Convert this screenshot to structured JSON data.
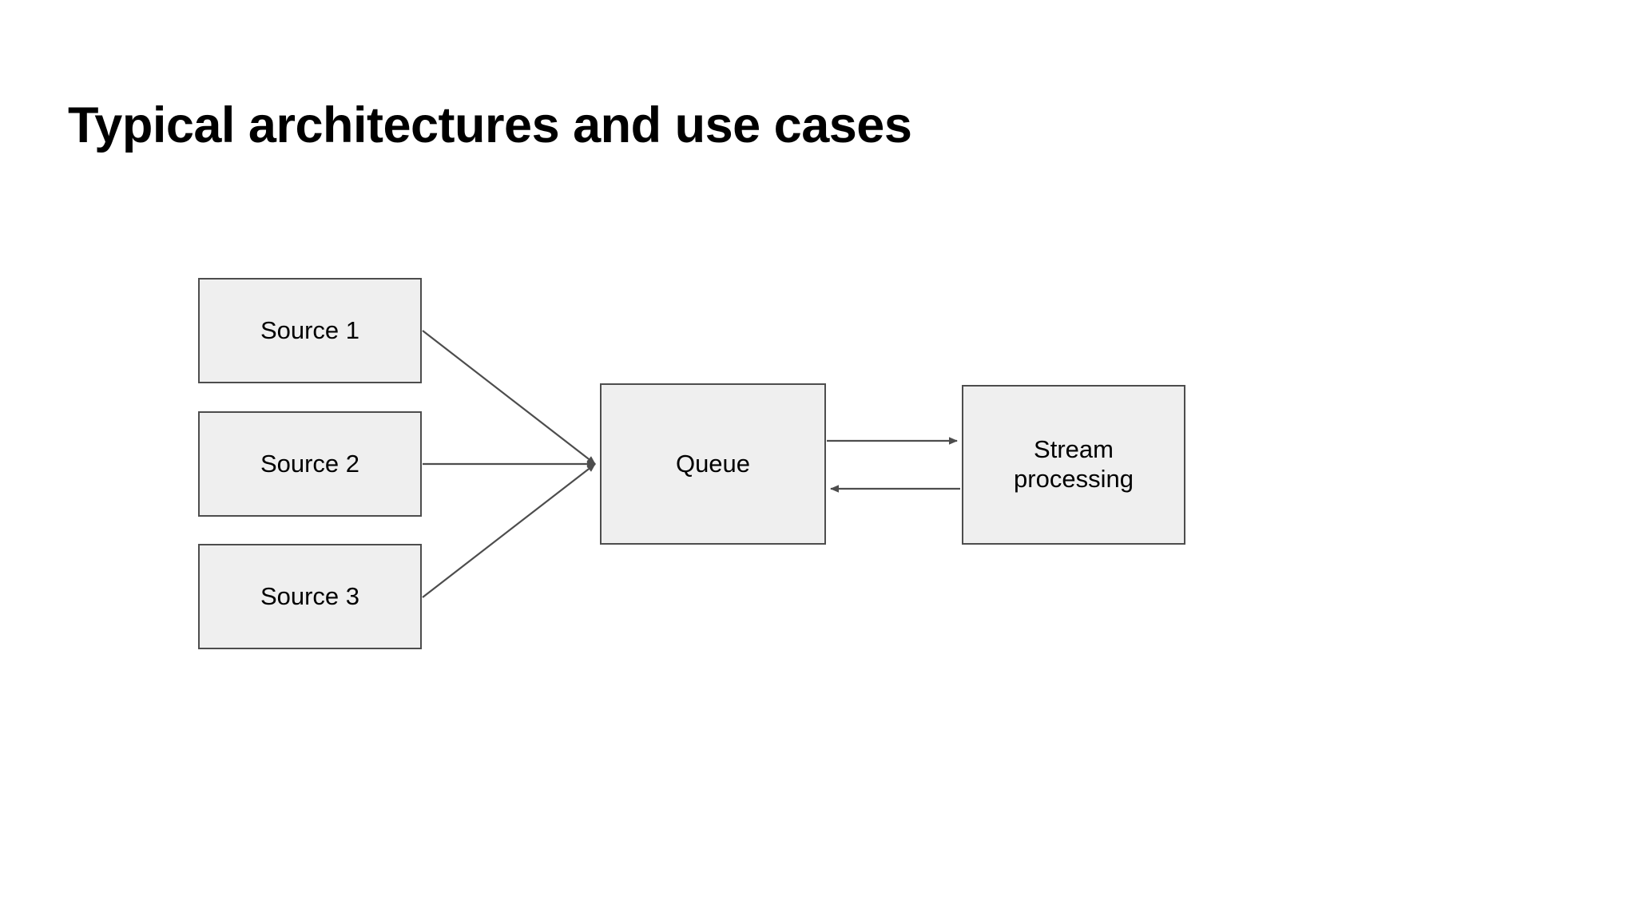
{
  "slide": {
    "title": "Typical architectures and use cases",
    "background_color": "#ffffff",
    "title_color": "#000000"
  },
  "diagram": {
    "node_fill_color": "#efefef",
    "node_border_color": "#4d4d4d",
    "edge_color": "#4d4d4d",
    "nodes": [
      {
        "id": "source-1",
        "label": "Source 1"
      },
      {
        "id": "source-2",
        "label": "Source 2"
      },
      {
        "id": "source-3",
        "label": "Source 3"
      },
      {
        "id": "queue",
        "label": "Queue"
      },
      {
        "id": "stream",
        "label": "Stream\nprocessing"
      }
    ],
    "edges": [
      {
        "id": "source-1-to-queue",
        "from": "source-1",
        "to": "queue",
        "arrowhead": "end"
      },
      {
        "id": "source-2-to-queue",
        "from": "source-2",
        "to": "queue",
        "arrowhead": "end"
      },
      {
        "id": "source-3-to-queue",
        "from": "source-3",
        "to": "queue",
        "arrowhead": "end"
      },
      {
        "id": "queue-to-stream",
        "from": "queue",
        "to": "stream",
        "arrowhead": "end"
      },
      {
        "id": "stream-to-queue",
        "from": "stream",
        "to": "queue",
        "arrowhead": "end"
      }
    ]
  }
}
